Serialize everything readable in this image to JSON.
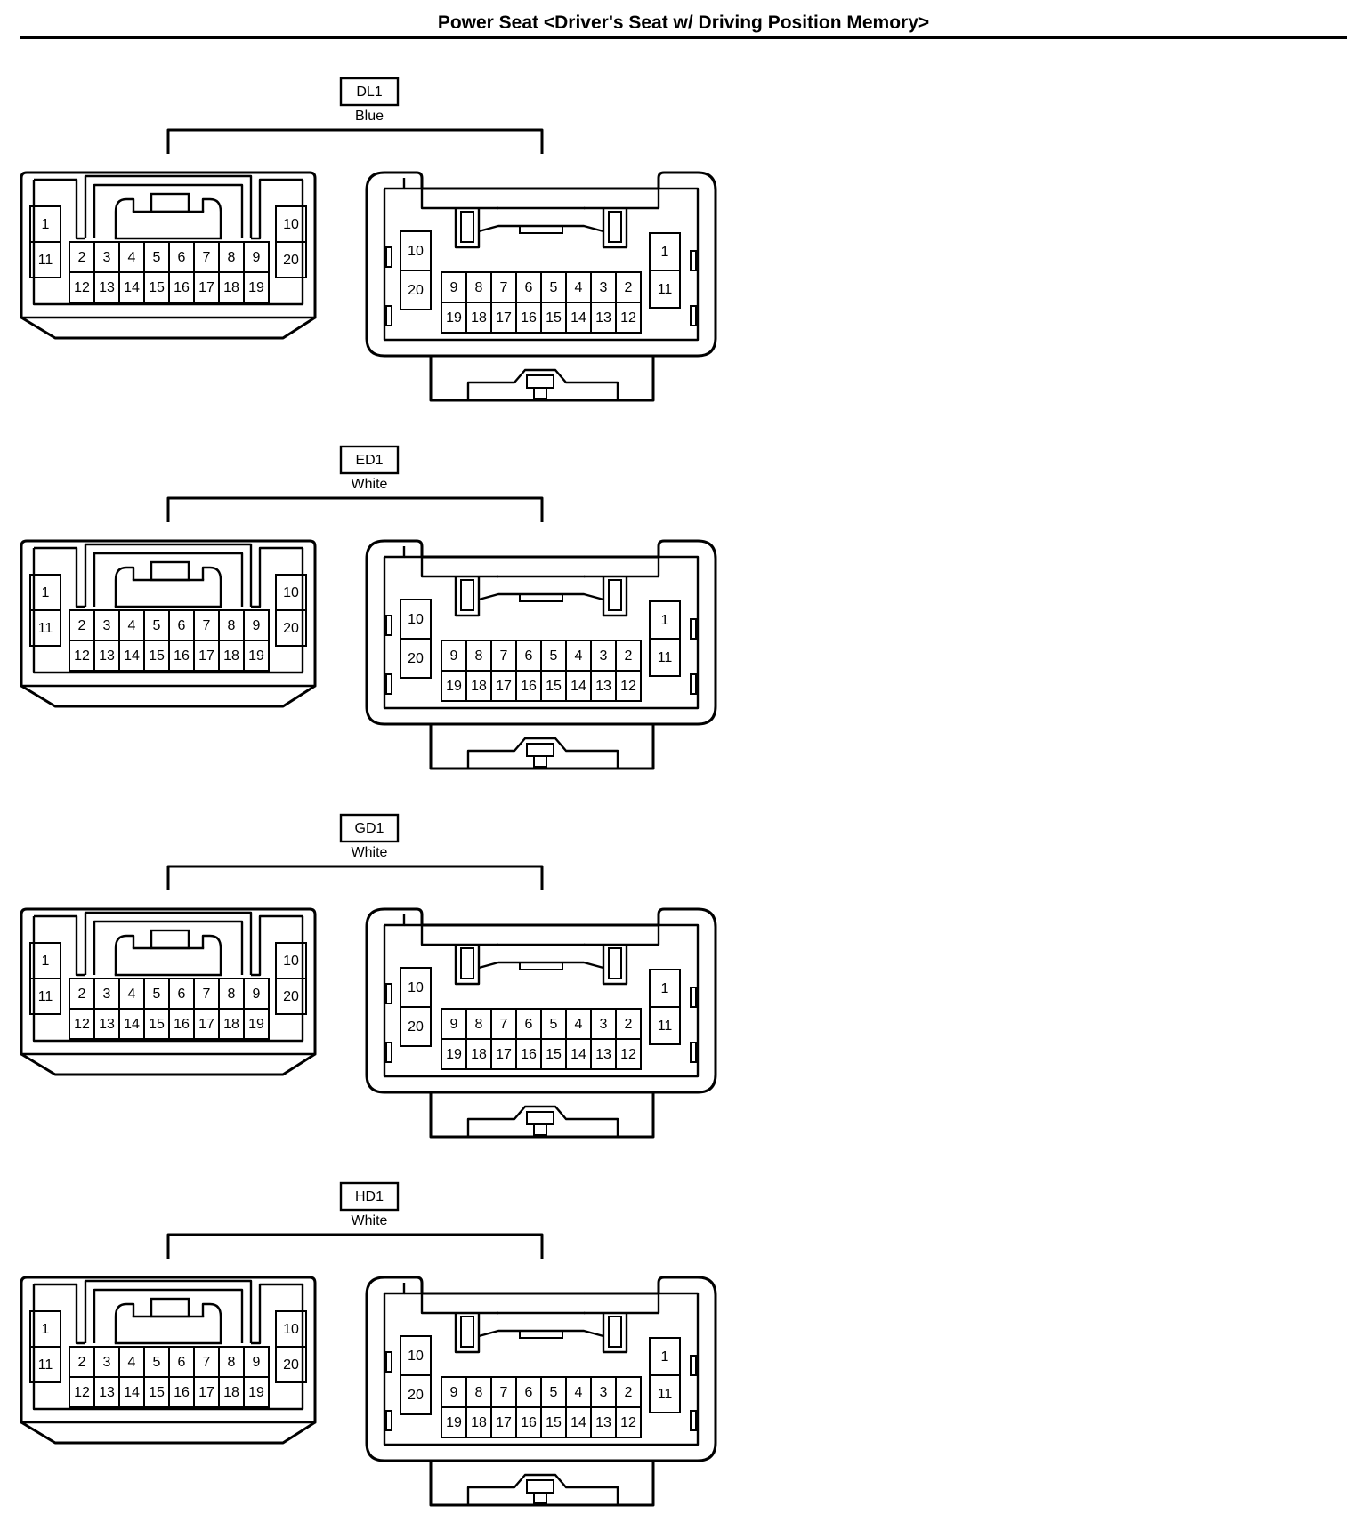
{
  "title": "Power Seat <Driver's Seat w/ Driving Position Memory>",
  "connectors": [
    {
      "code": "DL1",
      "color": "Blue"
    },
    {
      "code": "ED1",
      "color": "White"
    },
    {
      "code": "GD1",
      "color": "White"
    },
    {
      "code": "HD1",
      "color": "White"
    }
  ],
  "male_pins": {
    "top_left": "1",
    "bottom_left": "11",
    "top_right": "10",
    "bottom_right": "20",
    "grid_top": [
      "2",
      "3",
      "4",
      "5",
      "6",
      "7",
      "8",
      "9"
    ],
    "grid_bottom": [
      "12",
      "13",
      "14",
      "15",
      "16",
      "17",
      "18",
      "19"
    ]
  },
  "female_pins": {
    "top_left": "10",
    "bottom_left": "20",
    "top_right": "1",
    "bottom_right": "11",
    "grid_top": [
      "9",
      "8",
      "7",
      "6",
      "5",
      "4",
      "3",
      "2"
    ],
    "grid_bottom": [
      "19",
      "18",
      "17",
      "16",
      "15",
      "14",
      "13",
      "12"
    ]
  }
}
